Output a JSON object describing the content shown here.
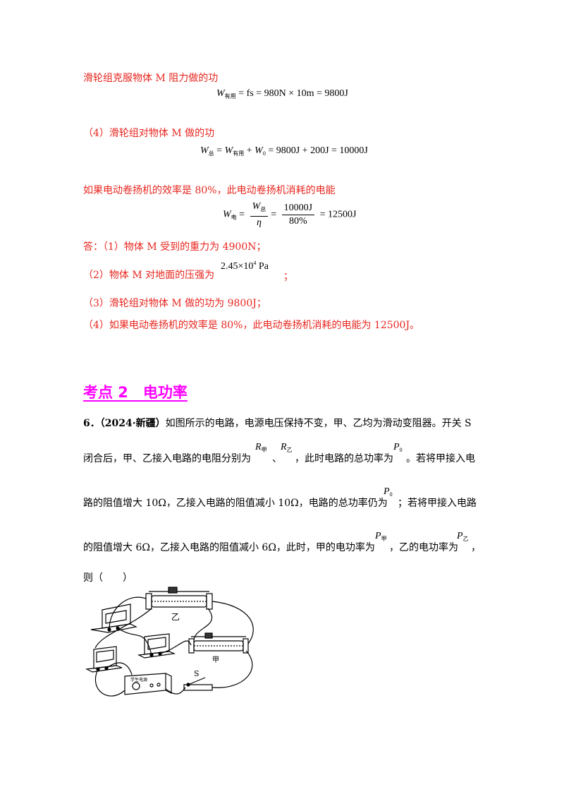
{
  "lines": {
    "l1": "滑轮组克服物体 M 阻力做的功",
    "eq1": {
      "lhs": "W",
      "lhs_sub": "有用",
      "rhs": "= fs = 980N × 10m = 9800J"
    },
    "l2": "（4）滑轮组对物体 M 做的功",
    "eq2": {
      "lhs": "W",
      "lhs_sub": "总",
      "mid1": "W",
      "mid1_sub": "有用",
      "mid2": "W",
      "mid2_sub": "0",
      "rhs": "= 9800J + 200J = 10000J"
    },
    "l3": "如果电动卷扬机的效率是 80%，此电动卷扬机消耗的电能",
    "eq3": {
      "lhs": "W",
      "lhs_sub": "电",
      "num": "W",
      "num_sub": "总",
      "den": "η",
      "num2": "10000J",
      "den2": "80%",
      "rhs": "= 12500J"
    },
    "ans1": "答：（1）物体 M 受到的重力为 4900N；",
    "ans2_pre": "（2）物体 M 对地面的压强为",
    "ans2_val": "2.45×10",
    "ans2_exp": "4",
    "ans2_unit": "Pa",
    "ans2_post": "；",
    "ans3": "（3）滑轮组对物体 M 做的功为 9800J；",
    "ans4": "（4）如果电动卷扬机的效率是 80%，此电动卷扬机消耗的电能为 12500J。"
  },
  "section_title": "考点 2　电功率",
  "question": {
    "number": "6．",
    "source": "（2024·新疆）",
    "line1": "如图所示的电路，电源电压保持不变，甲、乙均为滑动变阻器。开关 S",
    "line2a": "闭合后，甲、乙接入电路的电阻分别为",
    "line2b": "、",
    "line2c": "，此时电路的总功率为",
    "line2d": "。若将甲接入电",
    "line3a": "路的阻值增大 10Ω，乙接入电路的阻值减小 10Ω，电路的总功率仍为",
    "line3b": "；若将甲接入电路",
    "line4a": "的阻值增大 6Ω，乙接入电路的阻值减小 6Ω，此时，甲的电功率为",
    "line4b": "，乙的电功率为",
    "line4c": "，",
    "line5": "则（　　）",
    "vars": {
      "R": "R",
      "R_sub1": "甲",
      "R_sub2": "乙",
      "P": "P",
      "P0_sub": "0",
      "P1_sub": "甲",
      "P2_sub": "乙"
    }
  },
  "figure": {
    "label_yi": "乙",
    "label_jia": "甲",
    "label_s": "S",
    "label_source": "学生电源"
  }
}
